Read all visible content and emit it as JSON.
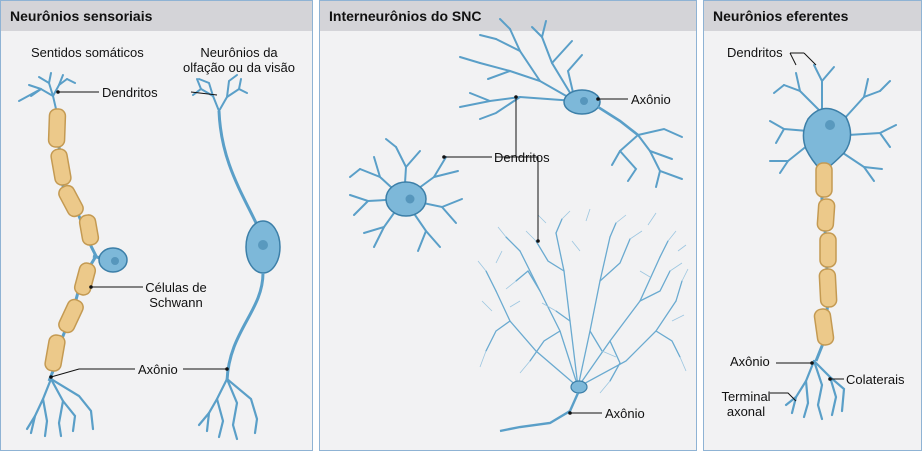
{
  "panels": {
    "sensory": {
      "title": "Neurônios sensoriais",
      "somatic_senses": "Sentidos somáticos",
      "olfaction_line1": "Neurônios da",
      "olfaction_line2": "olfação ou da visão",
      "dendrites": "Dendritos",
      "schwann_line1": "Células de",
      "schwann_line2": "Schwann",
      "axon": "Axônio"
    },
    "interneurons": {
      "title": "Interneurônios do SNC",
      "axon_top": "Axônio",
      "dendrites": "Dendritos",
      "axon_bottom": "Axônio"
    },
    "efferent": {
      "title": "Neurônios eferentes",
      "dendrites": "Dendritos",
      "axon": "Axônio",
      "collaterals": "Colaterais",
      "terminal_line1": "Terminal",
      "terminal_line2": "axonal"
    }
  },
  "colors": {
    "neuron_blue": "#5a9fc8",
    "neuron_dark": "#3c7fa8",
    "cell_body": "#7db8d9",
    "schwann_fill": "#ecc98a",
    "schwann_stroke": "#c49a52",
    "panel_bg": "#f2f2f3",
    "header_bg": "#d4d4d8",
    "border": "#8fb3d4"
  }
}
